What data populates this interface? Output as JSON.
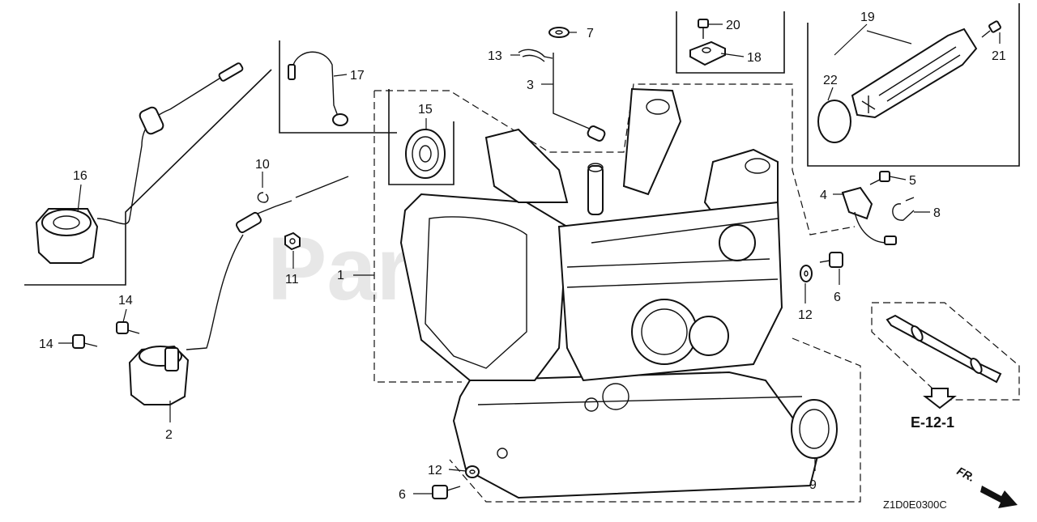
{
  "watermark": "PartsTree",
  "diagram_code": "Z1D0E0300C",
  "reference": "E-12-1",
  "direction_label": "FR.",
  "callouts": {
    "c1": "1",
    "c2": "2",
    "c3": "3",
    "c4": "4",
    "c5": "5",
    "c6a": "6",
    "c6b": "6",
    "c7": "7",
    "c8": "8",
    "c9": "9",
    "c10": "10",
    "c11": "11",
    "c12a": "12",
    "c12b": "12",
    "c13": "13",
    "c14a": "14",
    "c14b": "14",
    "c15": "15",
    "c16": "16",
    "c17": "17",
    "c18": "18",
    "c19": "19",
    "c20": "20",
    "c21": "21",
    "c22": "22"
  }
}
